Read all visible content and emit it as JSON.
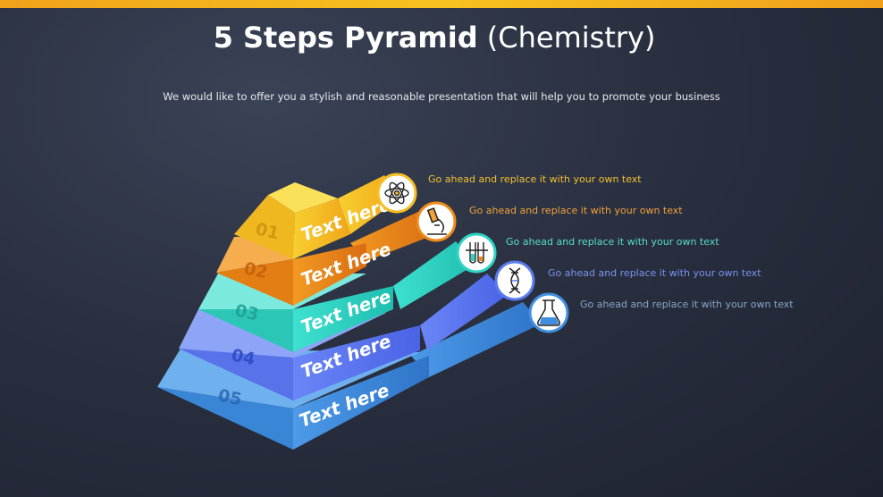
{
  "title": {
    "bold": "5 Steps Pyramid",
    "normal": "(Chemistry)"
  },
  "subtitle": "We would like to offer you a stylish and reasonable presentation that will help you to promote your business",
  "steps": [
    {
      "number": "01",
      "label": "Text here",
      "description": "Go ahead and replace it with your own text",
      "color": "#f4bb1c",
      "text_color": "#f2c130",
      "icon": "atom-icon"
    },
    {
      "number": "02",
      "label": "Text here",
      "description": "Go ahead and replace it with your own text",
      "color": "#ef8a1b",
      "text_color": "#f0a13c",
      "icon": "microscope-icon"
    },
    {
      "number": "03",
      "label": "Text here",
      "description": "Go ahead and replace it with your own text",
      "color": "#2fd3c2",
      "text_color": "#57dccb",
      "icon": "test-tubes-icon"
    },
    {
      "number": "04",
      "label": "Text here",
      "description": "Go ahead and replace it with your own text",
      "color": "#5a7af0",
      "text_color": "#7b92f0",
      "icon": "dna-icon"
    },
    {
      "number": "05",
      "label": "Text here",
      "description": "Go ahead and replace it with your own text",
      "color": "#3f8ee0",
      "text_color": "#8aa4c8",
      "icon": "flask-icon"
    }
  ]
}
